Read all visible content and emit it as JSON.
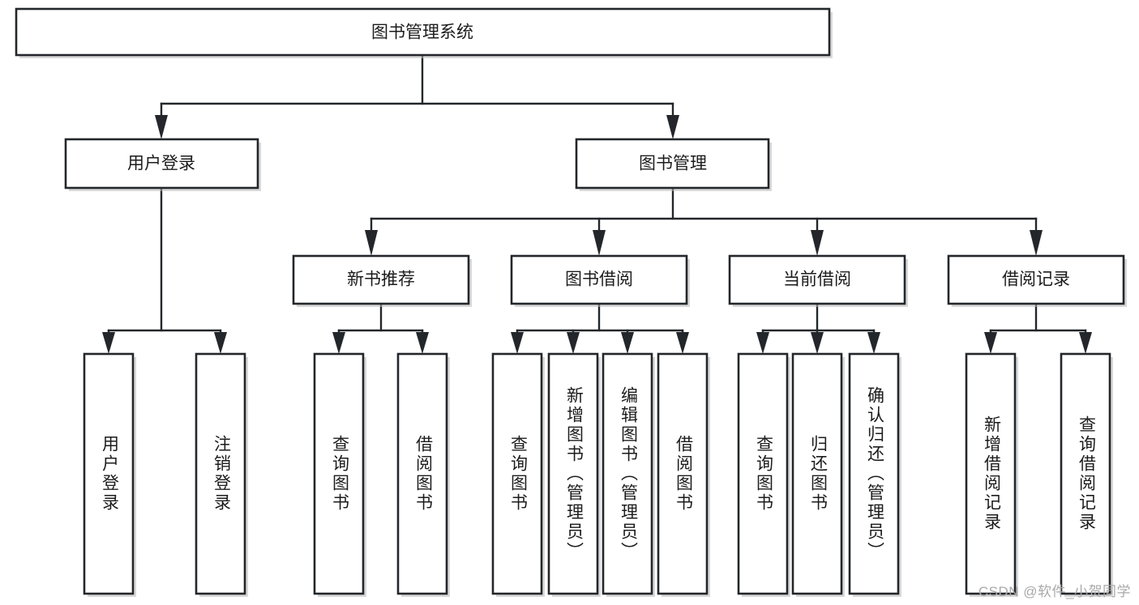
{
  "diagram": {
    "title": "图书管理系统",
    "type": "hierarchy-tree",
    "watermark": "CSDN @软件_小贺同学",
    "colors": {
      "stroke": "#23272b",
      "fill": "#ffffff",
      "text": "#1c1c1c",
      "shadow": "#b9b9b9",
      "watermark": "#a9a9a9"
    },
    "levels": {
      "root": "图书管理系统",
      "level2": [
        "用户登录",
        "图书管理"
      ],
      "level3": [
        "新书推荐",
        "图书借阅",
        "当前借阅",
        "借阅记录"
      ]
    },
    "nodes": {
      "root": {
        "label": "图书管理系统",
        "orientation": "horizontal"
      },
      "user_login": {
        "label": "用户登录",
        "orientation": "horizontal"
      },
      "book_manage": {
        "label": "图书管理",
        "orientation": "horizontal"
      },
      "new_book_rec": {
        "label": "新书推荐",
        "orientation": "horizontal"
      },
      "book_borrow": {
        "label": "图书借阅",
        "orientation": "horizontal"
      },
      "current_borrow": {
        "label": "当前借阅",
        "orientation": "horizontal"
      },
      "borrow_record": {
        "label": "借阅记录",
        "orientation": "horizontal"
      },
      "leaf_user_login": {
        "label": "用户登录",
        "orientation": "vertical"
      },
      "leaf_logout": {
        "label": "注销登录",
        "orientation": "vertical"
      },
      "leaf_query_book_1": {
        "label": "查询图书",
        "orientation": "vertical"
      },
      "leaf_borrow_book_1": {
        "label": "借阅图书",
        "orientation": "vertical"
      },
      "leaf_query_book_2": {
        "label": "查询图书",
        "orientation": "vertical"
      },
      "leaf_add_book": {
        "label": "新增图书（管理员）",
        "orientation": "vertical"
      },
      "leaf_edit_book": {
        "label": "编辑图书（管理员）",
        "orientation": "vertical"
      },
      "leaf_borrow_book_2": {
        "label": "借阅图书",
        "orientation": "vertical"
      },
      "leaf_query_book_3": {
        "label": "查询图书",
        "orientation": "vertical"
      },
      "leaf_return_book": {
        "label": "归还图书",
        "orientation": "vertical"
      },
      "leaf_confirm_return": {
        "label": "确认归还（管理员）",
        "orientation": "vertical"
      },
      "leaf_add_record": {
        "label": "新增借阅记录",
        "orientation": "vertical"
      },
      "leaf_query_record": {
        "label": "查询借阅记录",
        "orientation": "vertical"
      }
    }
  }
}
